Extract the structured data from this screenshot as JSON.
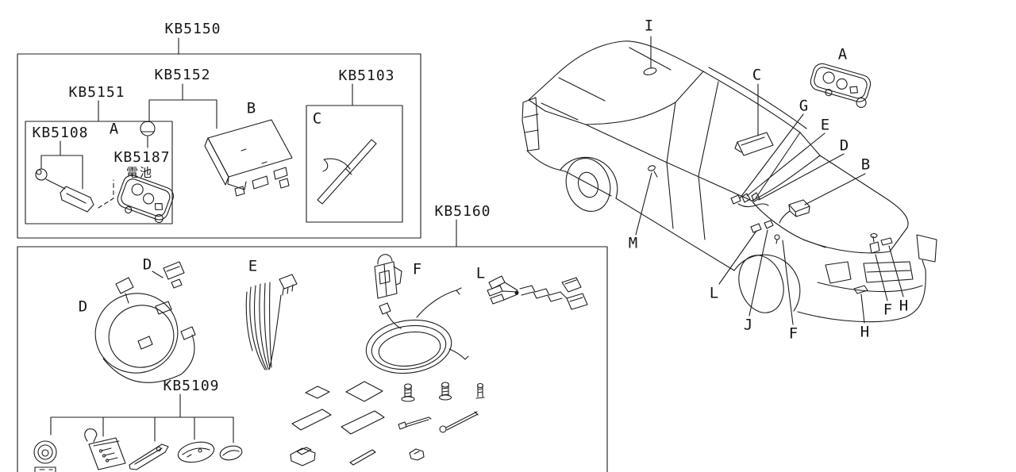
{
  "diagram_title": "vehicle security system parts diagram",
  "labels": {
    "kb5150": "KB5150",
    "kb5151": "KB5151",
    "kb5152": "KB5152",
    "kb5103": "KB5103",
    "kb5108": "KB5108",
    "kb5187": "KB5187",
    "kb5187_note": "電池",
    "kb5160": "KB5160",
    "kb5109": "KB5109"
  },
  "box_callouts": {
    "a": "A",
    "b": "B",
    "c": "C",
    "d1": "D",
    "d2": "D",
    "e": "E",
    "f": "F",
    "l": "L"
  },
  "car_callouts": {
    "i": "I",
    "c": "C",
    "a": "A",
    "g": "G",
    "e": "E",
    "d": "D",
    "b": "B",
    "m": "M",
    "l": "L",
    "j": "J",
    "f1": "F",
    "h1": "H",
    "f2": "F",
    "h2": "H"
  },
  "colors": {
    "line": "#1c1c1c",
    "background": "#ffffff"
  }
}
